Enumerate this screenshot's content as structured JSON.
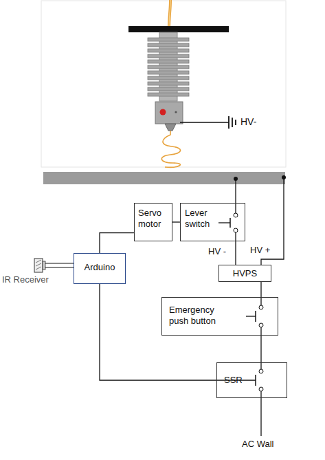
{
  "diagram": {
    "nodes": [
      {
        "text": [
          "Servo motor"
        ]
      },
      {
        "text": [
          "Lever switch"
        ]
      },
      {
        "text": [
          "Arduino"
        ]
      },
      {
        "text": [
          "HVPS"
        ]
      },
      {
        "text": [
          "Emergency push button"
        ]
      },
      {
        "text": [
          "SSR"
        ]
      }
    ],
    "edges": [
      {
        "from": 2,
        "to": 0,
        "arrow": "none"
      },
      {
        "from": 0,
        "to": 1,
        "arrow": "none"
      },
      {
        "from": 1,
        "to": 3,
        "arrow": "none"
      },
      {
        "from": 3,
        "to": 4,
        "arrow": "none"
      },
      {
        "from": 4,
        "to": 5,
        "arrow": "none"
      },
      {
        "from": 2,
        "to": 5,
        "arrow": "none"
      }
    ],
    "labels": [
      "HV-",
      "HV -",
      "HV +",
      "IR Receiver",
      "AC Wall"
    ]
  }
}
